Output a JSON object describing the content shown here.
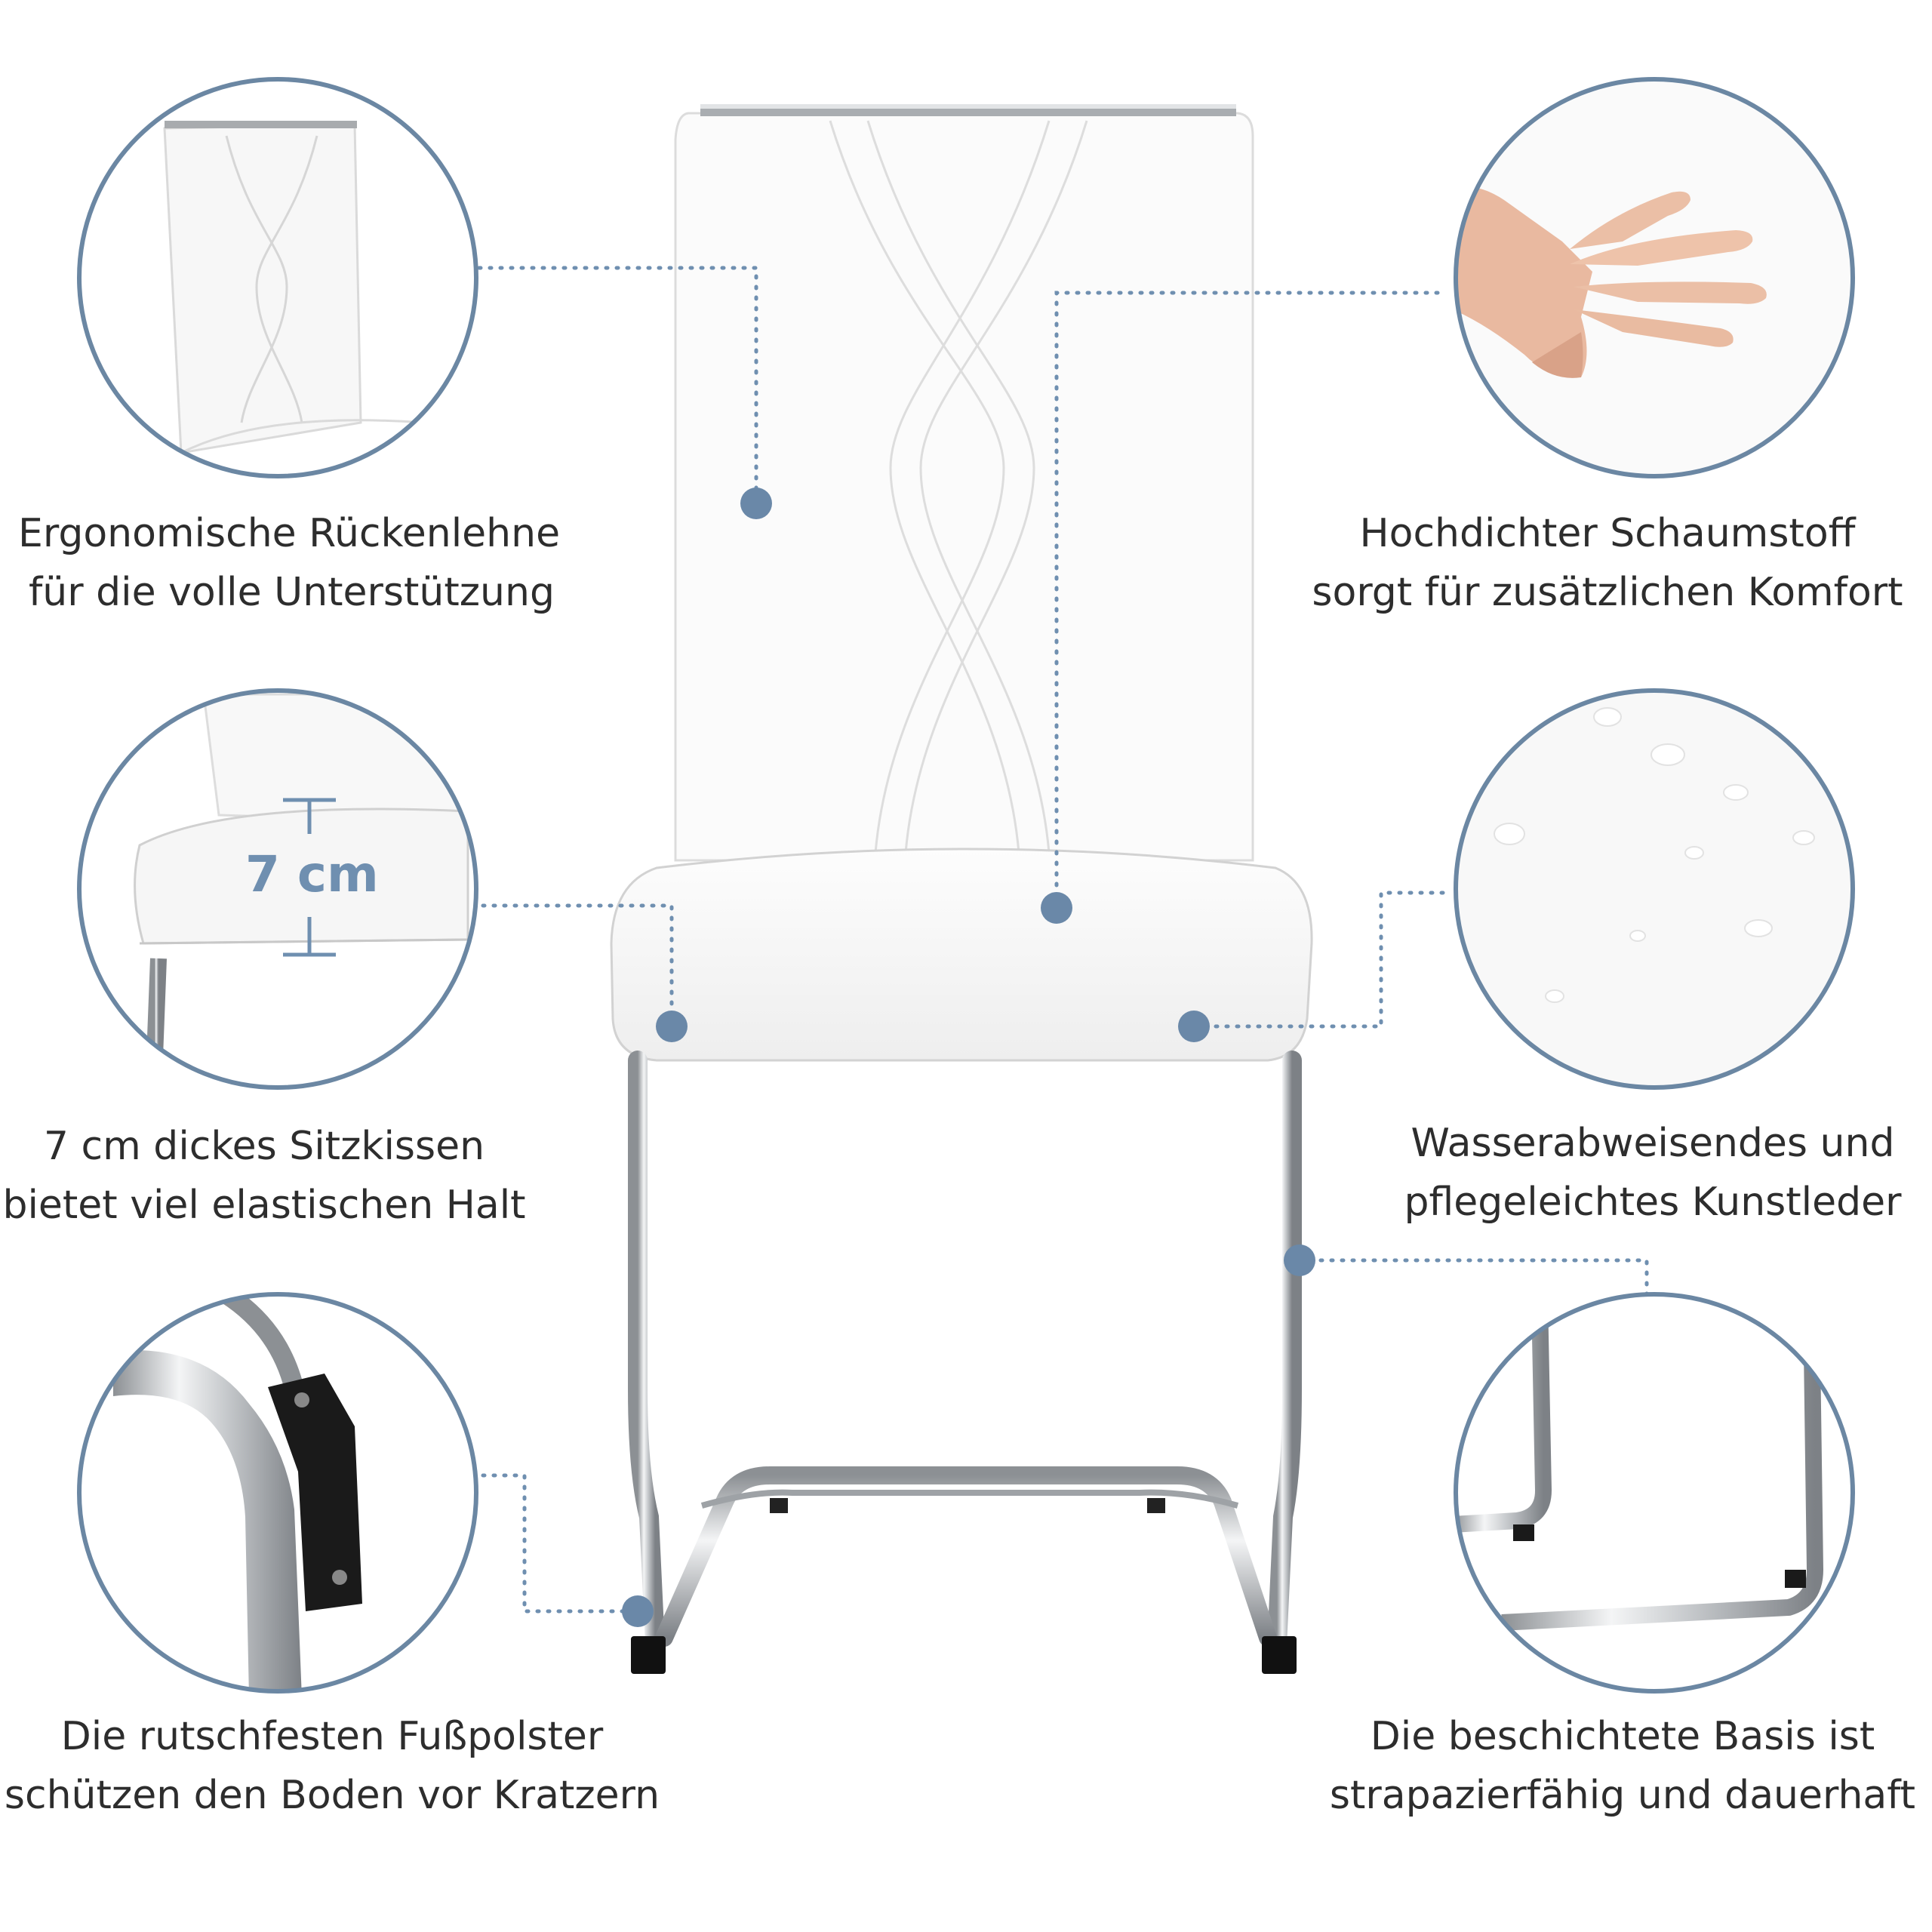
{
  "features": [
    {
      "id": "backrest",
      "lines": [
        "Ergonomische Rückenlehne",
        "für die volle Unterstützung"
      ]
    },
    {
      "id": "foam",
      "lines": [
        "Hochdichter Schaumstoff",
        "sorgt für zusätzlichen Komfort"
      ]
    },
    {
      "id": "cushion",
      "lines": [
        "7 cm dickes Sitzkissen",
        "bietet viel elastischen Halt"
      ]
    },
    {
      "id": "leather",
      "lines": [
        "Wasserabweisendes und",
        "pflegeleichtes Kunstleder"
      ]
    },
    {
      "id": "pads",
      "lines": [
        "Die rutschfesten Fußpolster",
        "schützen den Boden vor Kratzern"
      ]
    },
    {
      "id": "base",
      "lines": [
        "Die beschichtete Basis ist",
        "strapazierfähig und dauerhaft"
      ]
    }
  ],
  "cushion_dimension": "7 cm",
  "colors": {
    "accent": "#6f8fb0",
    "ring": "#6b87a3",
    "text": "#2d2d2d",
    "chrome": "#b9bcc0"
  }
}
